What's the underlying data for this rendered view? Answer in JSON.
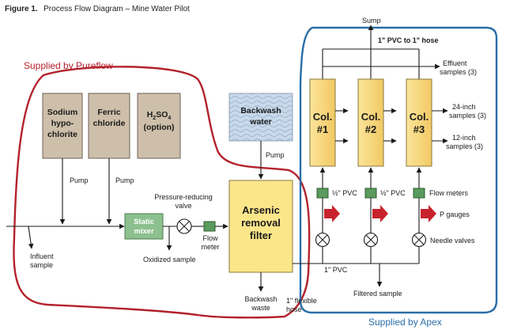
{
  "figure": {
    "number": "Figure 1.",
    "title": "Process Flow Diagram – Mine Water Pilot"
  },
  "regions": {
    "pureflow": "Supplied by Pureflow",
    "apex": "Supplied by Apex"
  },
  "chemicals": {
    "sodium": [
      "Sodium",
      "hypo-",
      "chlorite"
    ],
    "ferric": [
      "Ferric",
      "chloride"
    ],
    "h2so4": {
      "formula": "H",
      "sub1": "2",
      "mid": "SO",
      "sub2": "4",
      "option": "(option)"
    }
  },
  "backwash_water": [
    "Backwash",
    "water"
  ],
  "pumps": {
    "pump1": "Pump",
    "pump2": "Pump",
    "pump3": "Pump"
  },
  "static_mixer": [
    "Static",
    "mixer"
  ],
  "pressure_valve": [
    "Pressure-reducing",
    "valve"
  ],
  "flow_meter": [
    "Flow",
    "meter"
  ],
  "filter": [
    "Arsenic",
    "removal",
    "filter"
  ],
  "samples": {
    "influent": [
      "Influent",
      "sample"
    ],
    "oxidized": "Oxidized sample",
    "filtered": "Filtered sample",
    "effluent": [
      "Effluent",
      "samples (3)"
    ],
    "inch24": [
      "24-inch",
      "samples (3)"
    ],
    "inch12": [
      "12-inch",
      "samples (3)"
    ]
  },
  "backwash_waste": [
    "Backwash",
    "waste"
  ],
  "hose": [
    "1\" flexible",
    "hose"
  ],
  "sump": "Sump",
  "pvc_hose": "1\" PVC to 1\" hose",
  "pvc_bottom": "1\" PVC",
  "pvc_half_1": "½\" PVC",
  "pvc_half_2": "½\" PVC",
  "columns": [
    {
      "label": "Col.",
      "num": "#1"
    },
    {
      "label": "Col.",
      "num": "#2"
    },
    {
      "label": "Col.",
      "num": "#3"
    }
  ],
  "legend": {
    "flow_meters": "Flow meters",
    "p_gauges": "P gauges",
    "needle_valves": "Needle valves"
  },
  "colors": {
    "chemical_box": "#cdbfaa",
    "mixer": "#8cc08e",
    "filter": "#fbe68a",
    "column": "#f7d67e",
    "red_outline": "#b3222c",
    "blue_outline": "#2b6ea8",
    "arrow_red": "#c8232c",
    "meter_green": "#5a9a5c"
  }
}
